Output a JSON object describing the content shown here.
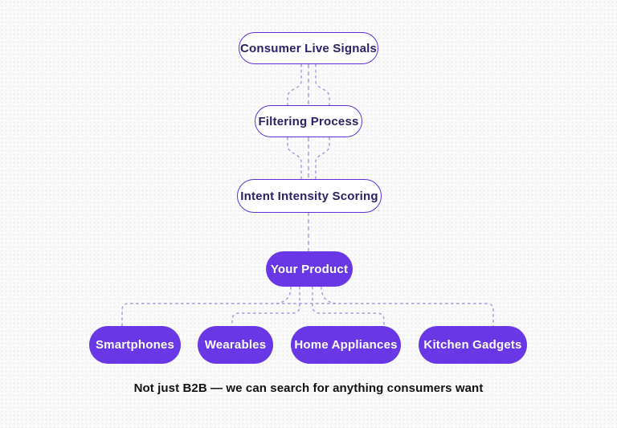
{
  "diagram": {
    "flow_nodes": [
      {
        "id": "consumer-live-signals",
        "label": "Consumer Live Signals",
        "style": "outline"
      },
      {
        "id": "filtering-process",
        "label": "Filtering Process",
        "style": "outline"
      },
      {
        "id": "intent-intensity-scoring",
        "label": "Intent Intensity Scoring",
        "style": "outline"
      },
      {
        "id": "your-product",
        "label": "Your Product",
        "style": "filled"
      }
    ],
    "category_nodes": [
      {
        "id": "smartphones",
        "label": "Smartphones"
      },
      {
        "id": "wearables",
        "label": "Wearables"
      },
      {
        "id": "home-appliances",
        "label": "Home Appliances"
      },
      {
        "id": "kitchen-gadgets",
        "label": "Kitchen Gadgets"
      }
    ],
    "caption": "Not just B2B — we can search for anything consumers want",
    "colors": {
      "accent": "#6937e6",
      "outline_border": "#6130dc",
      "node_text_dark": "#2b2166",
      "connector": "#a099e2",
      "caption_text": "#121214",
      "background": "#fafafa"
    }
  }
}
